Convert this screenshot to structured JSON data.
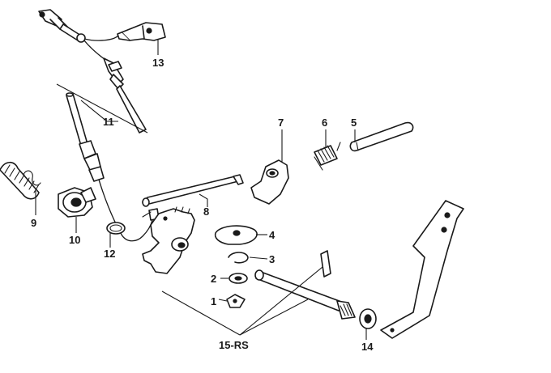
{
  "diagram": {
    "callouts": [
      {
        "id": "1",
        "label": "1"
      },
      {
        "id": "2",
        "label": "2"
      },
      {
        "id": "3",
        "label": "3"
      },
      {
        "id": "4",
        "label": "4"
      },
      {
        "id": "5",
        "label": "5"
      },
      {
        "id": "6",
        "label": "6"
      },
      {
        "id": "7",
        "label": "7"
      },
      {
        "id": "8",
        "label": "8"
      },
      {
        "id": "9",
        "label": "9"
      },
      {
        "id": "10",
        "label": "10"
      },
      {
        "id": "11",
        "label": "11"
      },
      {
        "id": "12",
        "label": "12"
      },
      {
        "id": "13",
        "label": "13"
      },
      {
        "id": "14",
        "label": "14"
      },
      {
        "id": "15",
        "label": "15-RS"
      }
    ]
  }
}
